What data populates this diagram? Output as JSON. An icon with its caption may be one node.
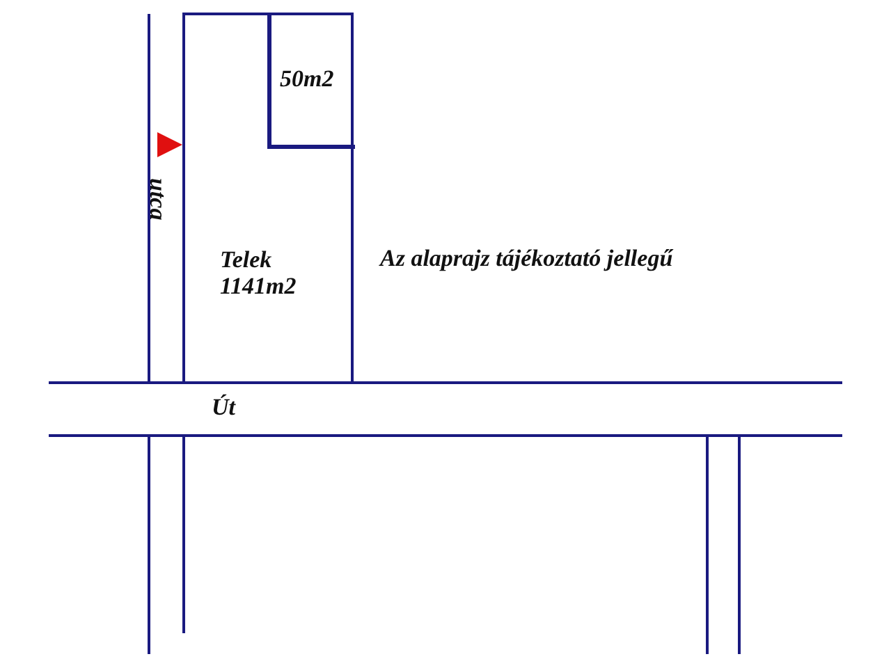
{
  "diagram": {
    "nodes": [
      {
        "text": [
          "Telek 1141m2"
        ]
      },
      {
        "text": [
          "50m2"
        ],
        "in": 0
      }
    ],
    "edges": [],
    "labels": [
      "utca",
      "Az alaprajz tájékoztató jellegű",
      "Út"
    ]
  }
}
